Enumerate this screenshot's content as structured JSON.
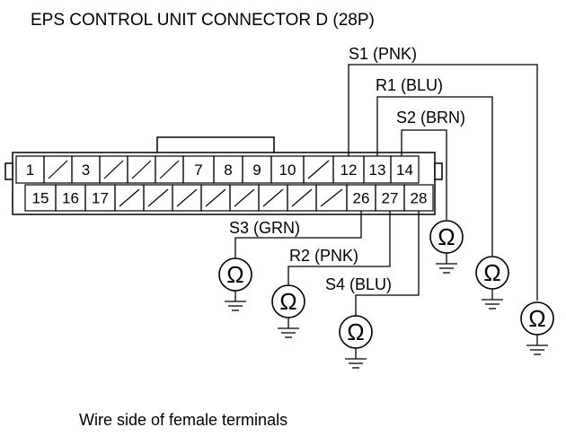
{
  "title": "EPS CONTROL UNIT CONNECTOR D (28P)",
  "caption": "Wire side of female terminals",
  "ohm_symbol": "Ω",
  "connector": {
    "top_row": [
      "1",
      "",
      "3",
      "",
      "",
      "",
      "7",
      "8",
      "9",
      "10",
      "",
      "12",
      "13",
      "14"
    ],
    "bottom_row": [
      "15",
      "16",
      "17",
      "",
      "",
      "",
      "",
      "",
      "",
      "",
      "",
      "26",
      "27",
      "28"
    ]
  },
  "wires": [
    {
      "id": "s1",
      "label": "S1 (PNK)",
      "pin": "12"
    },
    {
      "id": "r1",
      "label": "R1 (BLU)",
      "pin": "13"
    },
    {
      "id": "s2",
      "label": "S2 (BRN)",
      "pin": "14"
    },
    {
      "id": "s3",
      "label": "S3 (GRN)",
      "pin": "26"
    },
    {
      "id": "r2",
      "label": "R2 (PNK)",
      "pin": "27"
    },
    {
      "id": "s4",
      "label": "S4 (BLU)",
      "pin": "28"
    }
  ]
}
